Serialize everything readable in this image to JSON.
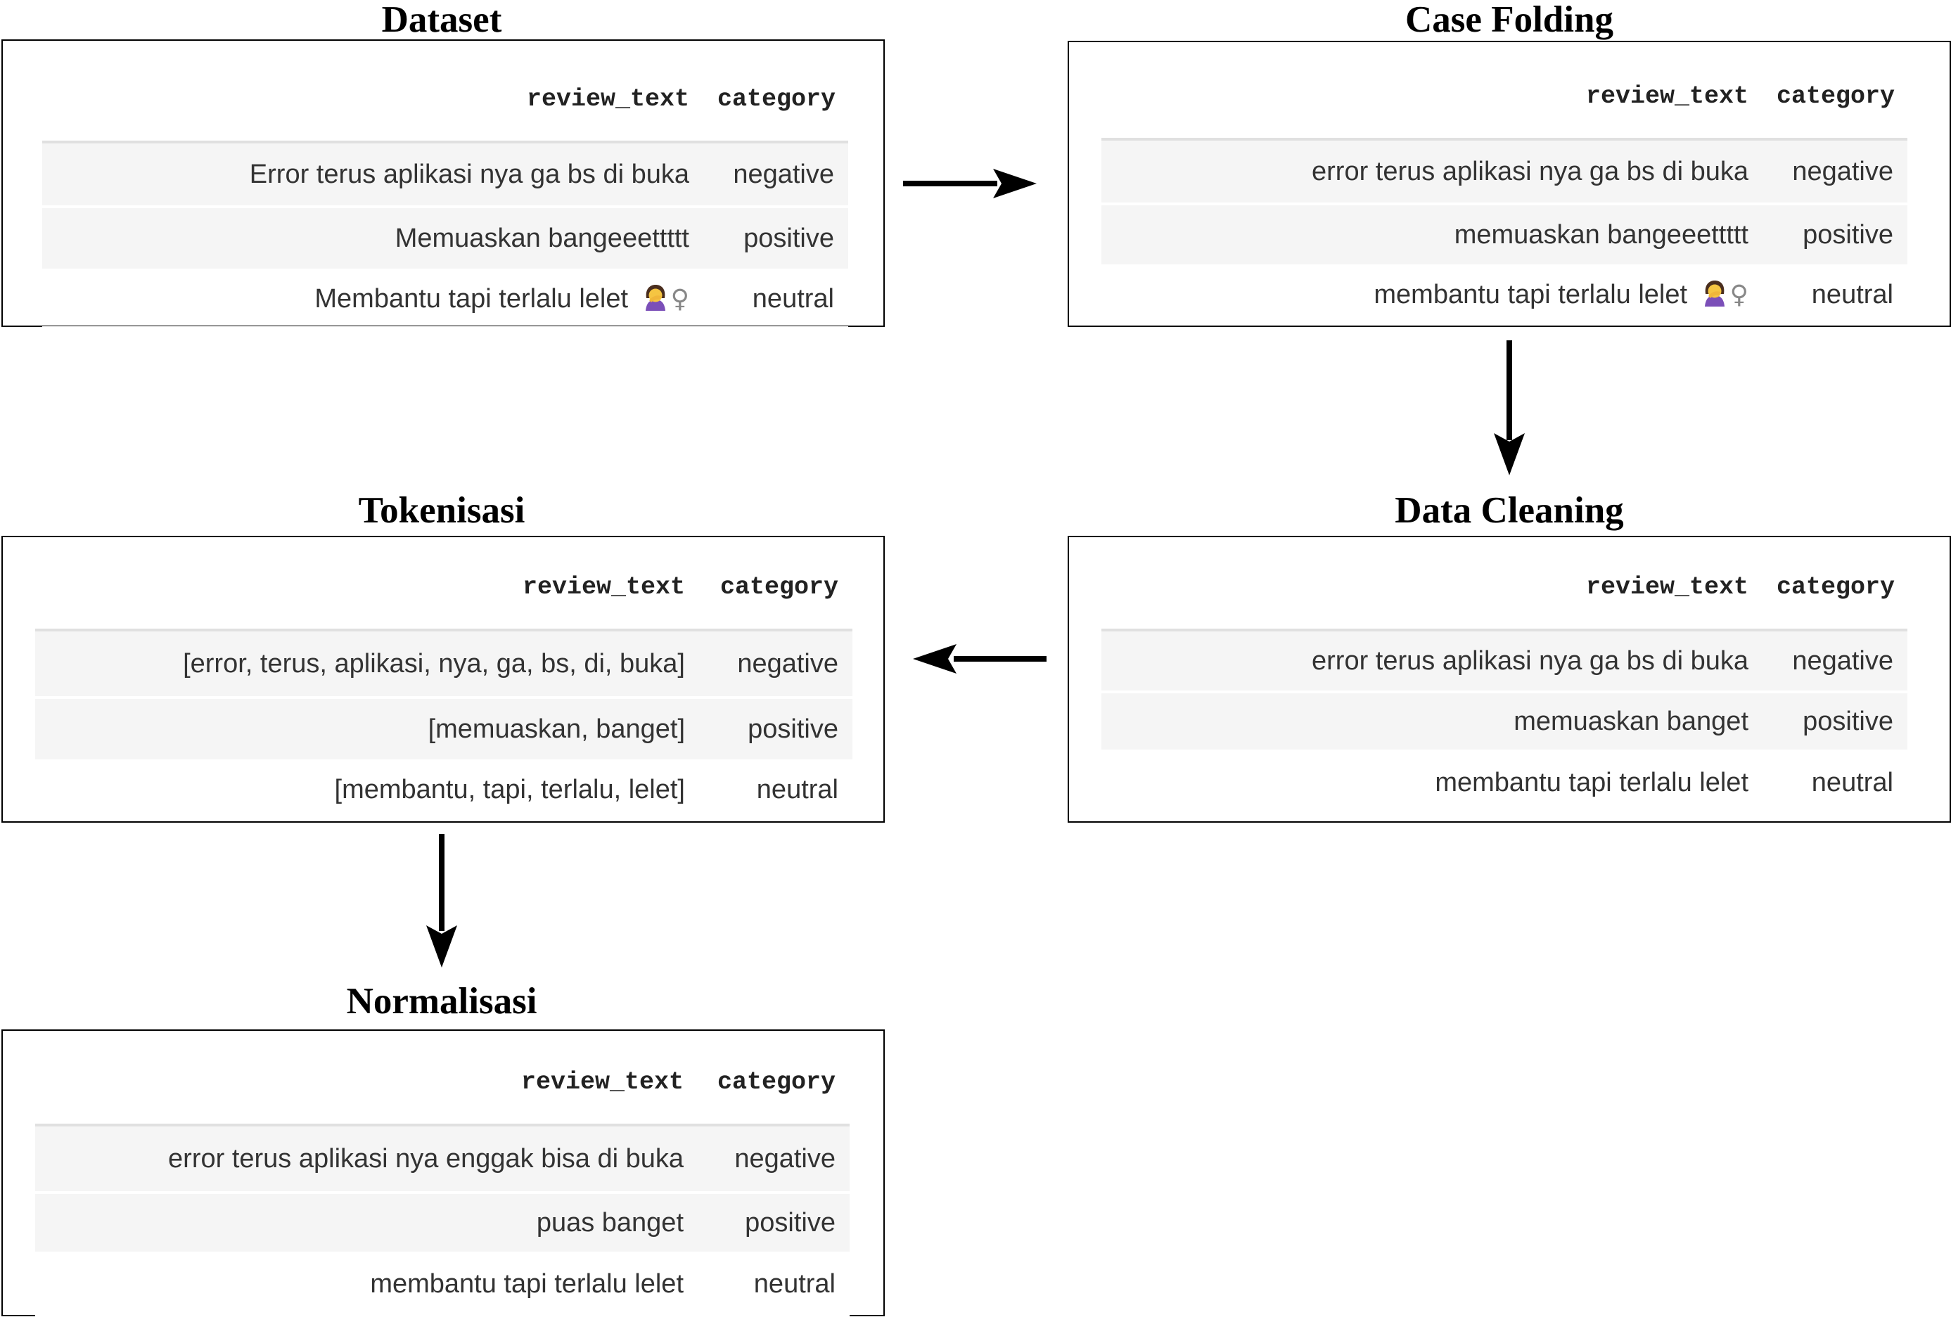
{
  "columns": [
    "review_text",
    "category"
  ],
  "stages": [
    {
      "title": "Dataset",
      "rows": [
        {
          "review_text": "Error terus aplikasi nya ga bs di buka",
          "category": "negative"
        },
        {
          "review_text": "Memuaskan bangeeettttt",
          "category": "positive"
        },
        {
          "review_text": "Membantu tapi terlalu lelet",
          "category": "neutral",
          "emoji": "woman-facepalming-icon",
          "suffix": "♀"
        }
      ]
    },
    {
      "title": "Case Folding",
      "rows": [
        {
          "review_text": "error terus aplikasi nya ga bs di buka",
          "category": "negative"
        },
        {
          "review_text": "memuaskan bangeeettttt",
          "category": "positive"
        },
        {
          "review_text": "membantu tapi terlalu lelet",
          "category": "neutral",
          "emoji": "woman-facepalming-icon",
          "suffix": "♀"
        }
      ]
    },
    {
      "title": "Data Cleaning",
      "rows": [
        {
          "review_text": "error terus aplikasi nya ga bs di buka",
          "category": "negative"
        },
        {
          "review_text": "memuaskan banget",
          "category": "positive"
        },
        {
          "review_text": "membantu tapi terlalu lelet",
          "category": "neutral"
        }
      ]
    },
    {
      "title": "Tokenisasi",
      "rows": [
        {
          "review_text": "[error, terus, aplikasi, nya, ga, bs, di, buka]",
          "category": "negative"
        },
        {
          "review_text": "[memuaskan, banget]",
          "category": "positive"
        },
        {
          "review_text": "[membantu, tapi, terlalu, lelet]",
          "category": "neutral"
        }
      ]
    },
    {
      "title": "Normalisasi",
      "rows": [
        {
          "review_text": "error terus aplikasi nya enggak bisa di buka",
          "category": "negative"
        },
        {
          "review_text": "puas banget",
          "category": "positive"
        },
        {
          "review_text": "membantu tapi terlalu lelet",
          "category": "neutral"
        }
      ]
    }
  ],
  "colors": {
    "row_shade": "#f5f5f5",
    "header_rule": "#e0e0e0",
    "arrow": "#000000"
  }
}
